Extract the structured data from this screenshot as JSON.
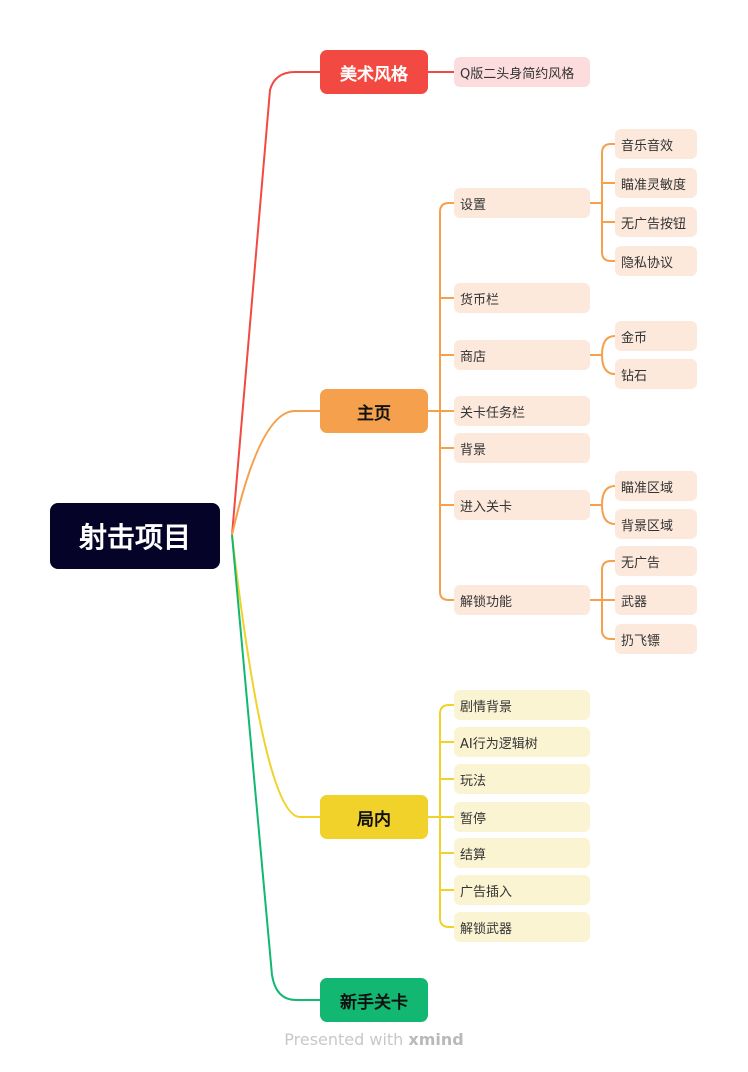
{
  "colors": {
    "root_bg": "#050428",
    "art": "#f24a42",
    "home": "#f5a04c",
    "ingame": "#f0d22a",
    "tutorial": "#12b872",
    "home_light": "#fce9dc",
    "ingame_light": "#fbf4d2",
    "art_light": "#fcdcdc"
  },
  "root": {
    "label": "射击项目"
  },
  "branches": {
    "art": {
      "label": "美术风格",
      "children": [
        "Q版二头身简约风格"
      ]
    },
    "home": {
      "label": "主页",
      "settings": {
        "label": "设置",
        "children": [
          "音乐音效",
          "瞄准灵敏度",
          "无广告按钮",
          "隐私协议"
        ]
      },
      "currency": {
        "label": "货币栏"
      },
      "shop": {
        "label": "商店",
        "children": [
          "金币",
          "钻石"
        ]
      },
      "level_task": {
        "label": "关卡任务栏"
      },
      "background": {
        "label": "背景"
      },
      "enter_level": {
        "label": "进入关卡",
        "children": [
          "瞄准区域",
          "背景区域"
        ]
      },
      "unlock": {
        "label": "解锁功能",
        "children": [
          "无广告",
          "武器",
          "扔飞镖"
        ]
      }
    },
    "ingame": {
      "label": "局内",
      "children": [
        "剧情背景",
        "AI行为逻辑树",
        "玩法",
        "暂停",
        "结算",
        "广告插入",
        "解锁武器"
      ]
    },
    "tutorial": {
      "label": "新手关卡"
    }
  },
  "footer": {
    "prefix": "Presented with",
    "brand": "xmind"
  }
}
